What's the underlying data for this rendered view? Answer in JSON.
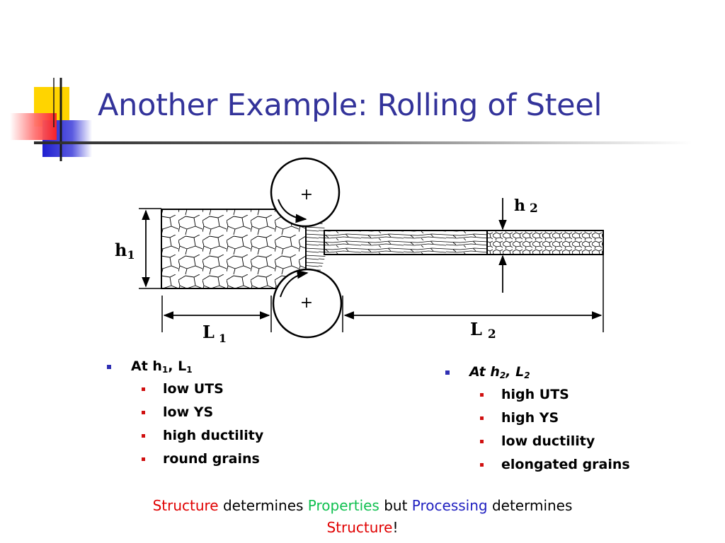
{
  "slide": {
    "title": "Another Example: Rolling of Steel",
    "accent_colors": {
      "yellow": "#ffd400",
      "blue": "#2727d3",
      "red": "#ff2a2a",
      "title": "#33339a"
    }
  },
  "diagram": {
    "labels": {
      "h1_base": "h",
      "h1_sub": "1",
      "h2_base": "h",
      "h2_sub": "2",
      "L1_base": "L",
      "L1_sub": "1",
      "L2_base": "L",
      "L2_sub": "2",
      "roll_top_mark": "+",
      "roll_bottom_mark": "+"
    }
  },
  "left_column": {
    "heading_text": "At h",
    "heading_sub1": "1",
    "heading_mid": ", L",
    "heading_sub2": "1",
    "items": [
      "low UTS",
      "low YS",
      "high ductility",
      "round grains"
    ]
  },
  "right_column": {
    "heading_text": "At h",
    "heading_sub1": "2",
    "heading_mid": ", L",
    "heading_sub2": "2",
    "items": [
      "high UTS",
      "high YS",
      "low ductility",
      "elongated grains"
    ]
  },
  "footer": {
    "w1": "Structure",
    "w2": " determines ",
    "w3": "Properties",
    "w4": " but ",
    "w5": "Processing",
    "w6": " determines",
    "w7": "Structure",
    "w8": "!"
  }
}
